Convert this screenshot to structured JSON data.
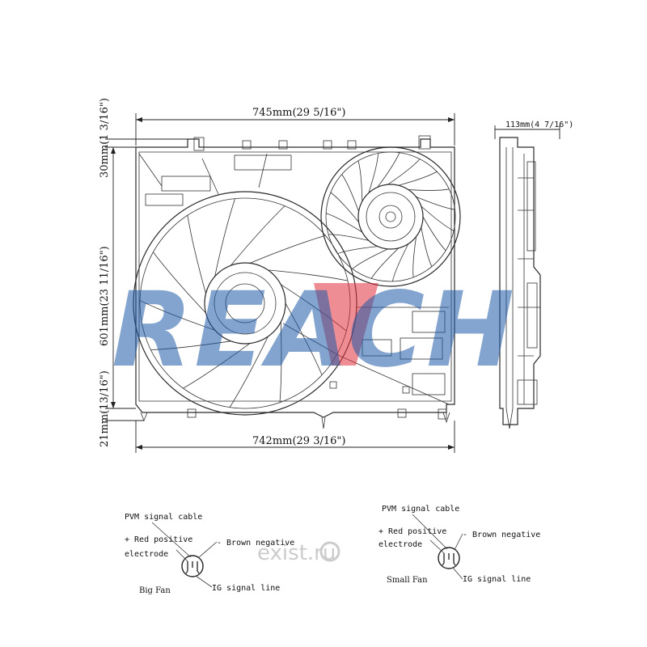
{
  "dimensions": {
    "top_width": "745mm(29 5/16\")",
    "bottom_width": "742mm(29 3/16\")",
    "height": "601mm(23 11/16\")",
    "top_offset": "30mm(1 3/16\")",
    "bottom_offset": "21mm(13/16\")",
    "depth": "113mm(4 7/16\")"
  },
  "big_fan": {
    "title": "Big Fan",
    "pvm": "PVM signal cable",
    "red_line1": "+ Red positive",
    "red_line2": "electrode",
    "brown": "- Brown negative",
    "ig": "IG signal line"
  },
  "small_fan": {
    "title": "Small Fan",
    "pvm": "PVM signal cable",
    "red_line1": "+ Red positive",
    "red_line2": "electrode",
    "brown": "- Brown negative",
    "ig": "IG signal line"
  },
  "watermark": {
    "brand": "REACH",
    "site": "exist.ru"
  },
  "colors": {
    "watermark_blue": "#1e5aa8",
    "watermark_red": "#e0303a"
  }
}
